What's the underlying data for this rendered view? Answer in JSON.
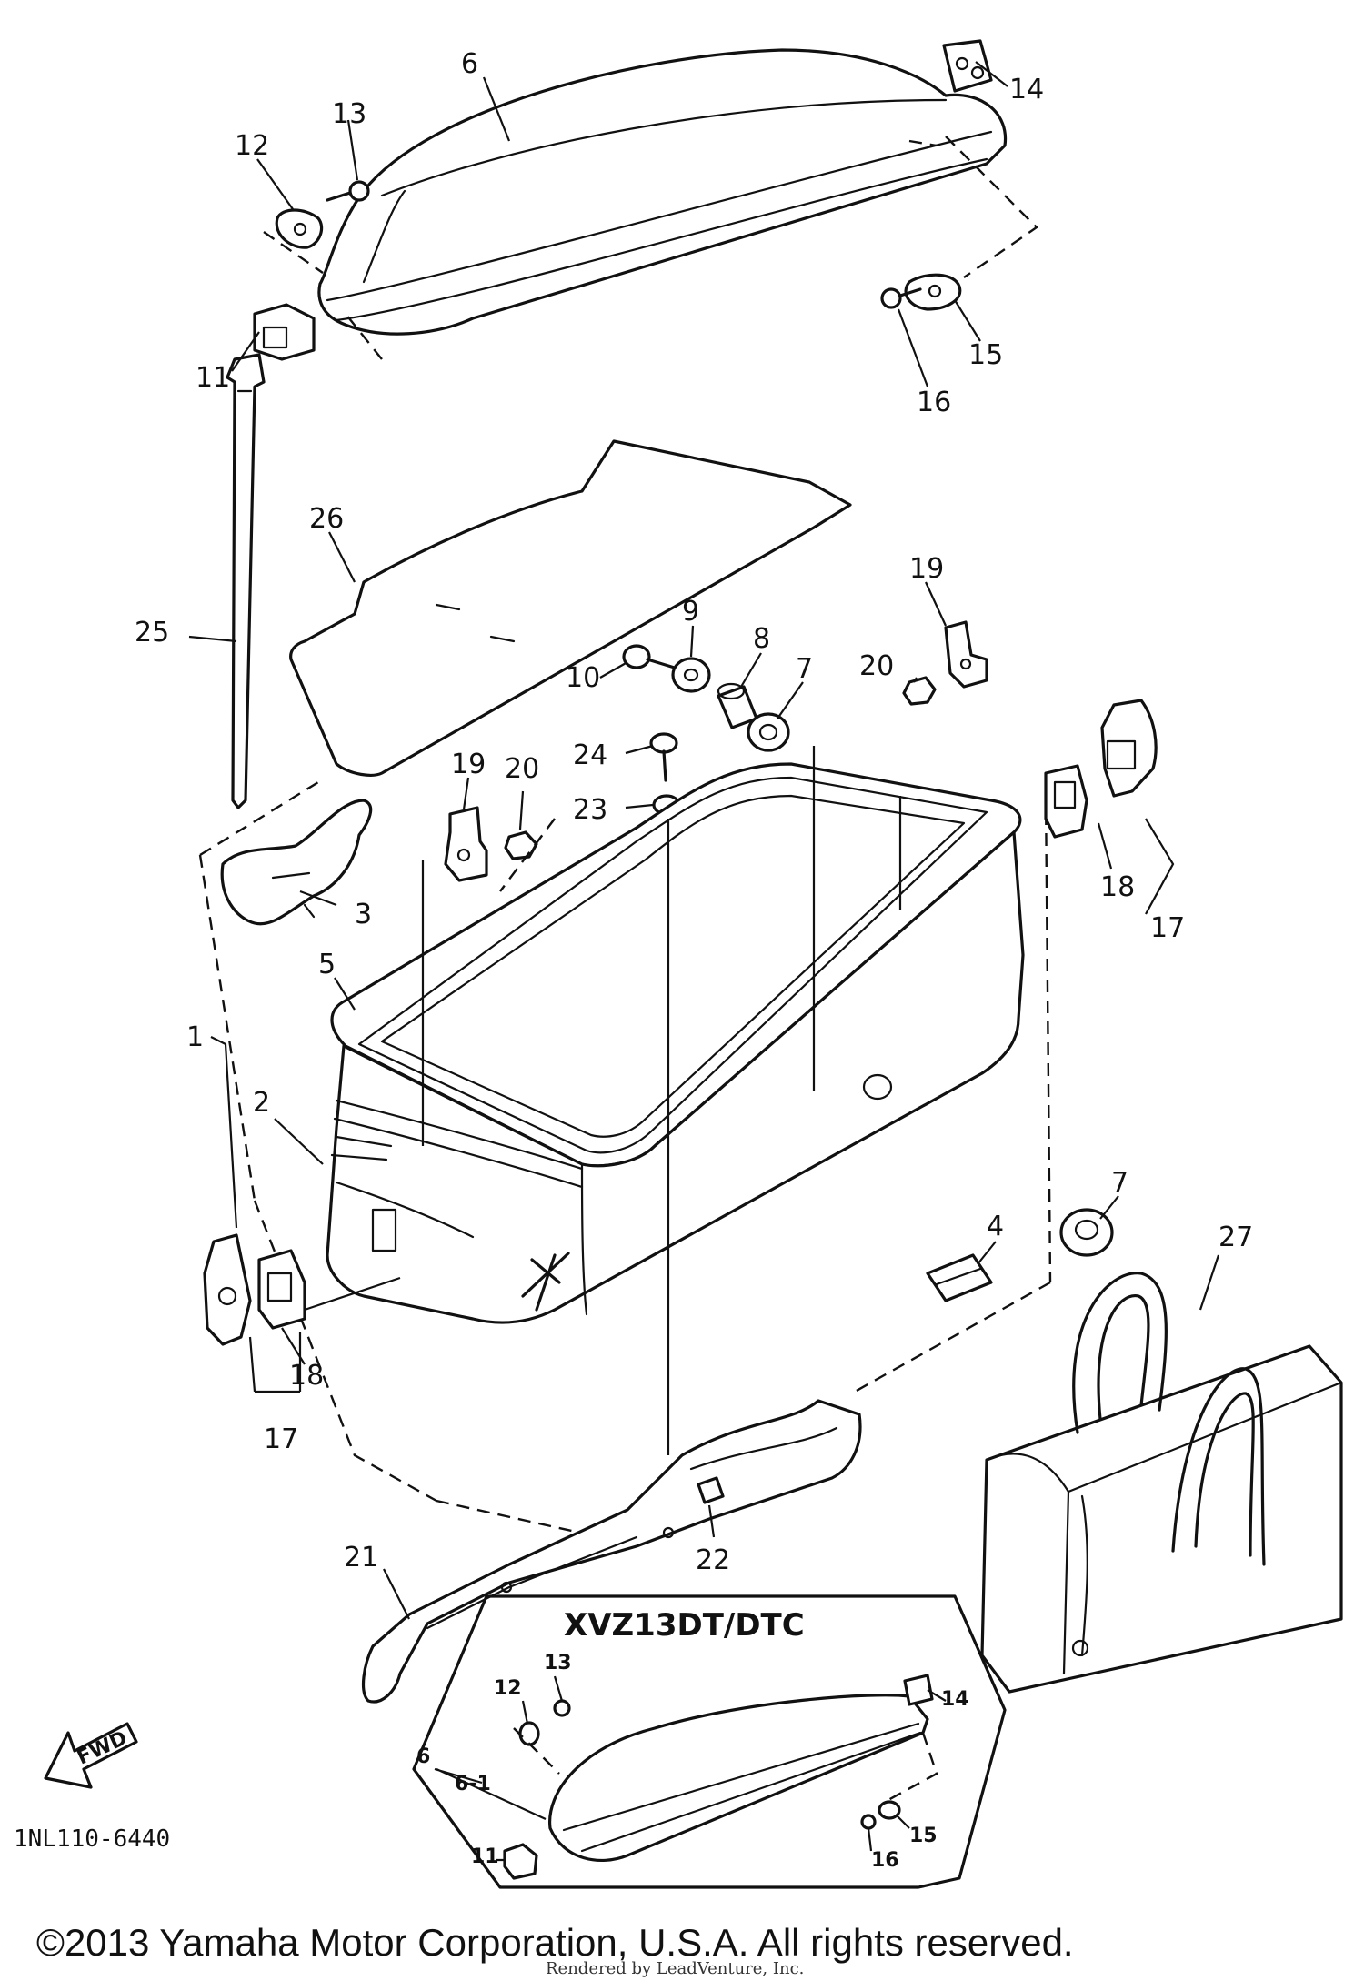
{
  "callouts": {
    "c1": "1",
    "c2": "2",
    "c3": "3",
    "c4": "4",
    "c5": "5",
    "c6": "6",
    "c7a": "7",
    "c7b": "7",
    "c8": "8",
    "c9": "9",
    "c10": "10",
    "c11": "11",
    "c12": "12",
    "c13": "13",
    "c14": "14",
    "c15": "15",
    "c16": "16",
    "c17a": "17",
    "c17b": "17",
    "c18a": "18",
    "c18b": "18",
    "c19a": "19",
    "c19b": "19",
    "c20a": "20",
    "c20b": "20",
    "c21": "21",
    "c22": "22",
    "c23": "23",
    "c24": "24",
    "c25": "25",
    "c26": "26",
    "c27": "27"
  },
  "inset": {
    "title": "XVZ13DT/DTC",
    "labels": {
      "i6": "6",
      "i61": "6-1",
      "i11": "11",
      "i12": "12",
      "i13": "13",
      "i14": "14",
      "i15": "15",
      "i16": "16"
    }
  },
  "fwd_label": "FWD",
  "diagram_code": "1NL110-6440",
  "copyright": "©2013 Yamaha Motor Corporation, U.S.A. All rights reserved.",
  "rendered_by": "Rendered by LeadVenture, Inc."
}
